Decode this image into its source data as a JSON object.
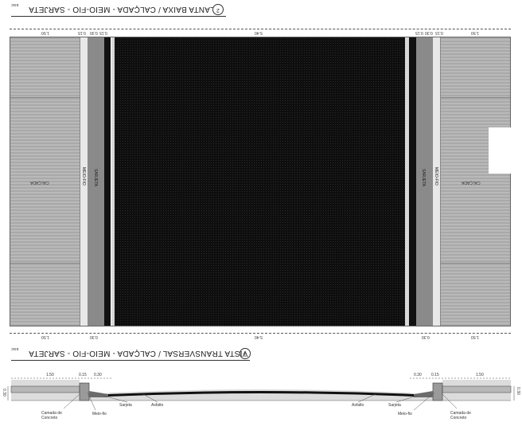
{
  "plan": {
    "number": "2",
    "title": "PLANTA BAIXA / CALÇADA - MEIO-FIO - SARJETA",
    "scale": "ESC",
    "top_dims": [
      "1.50",
      "0.15",
      "0.30",
      "0.15",
      "5.40",
      "0.15",
      "0.30",
      "0.15",
      "1.50"
    ],
    "bottom_dims": [
      "1.50",
      "0.30",
      "5.40",
      "0.30",
      "1.50"
    ],
    "left_labels": {
      "calcada": "CALÇADA",
      "meio_fio": "MEIO-FIO",
      "sarjeta": "SARJETA"
    },
    "right_labels": {
      "calcada": "CALÇADA",
      "meio_fio": "MEIO-FIO",
      "sarjeta": "SARJETA"
    }
  },
  "section": {
    "number": "1",
    "title": "VISTA TRANSVERSAL / CALÇADA - MEIO-FIO - SARJETA",
    "scale": "ESC",
    "dims_left": [
      "1.50",
      "0.15",
      "0.30"
    ],
    "dims_right": [
      "0.30",
      "0.15",
      "1.50"
    ],
    "height_left": "0.30",
    "height_right": "0.30",
    "callouts": [
      "Camada de Concreto",
      "Meio-fio",
      "Sarjeta",
      "Asfalto",
      "Asfalto",
      "Sarjeta",
      "Meio-fio",
      "Camada de Concreto"
    ]
  },
  "colors": {
    "road": "#0e0e0e",
    "sidewalk": "#b3b3b3",
    "curb": "#e6e6e6",
    "gutter": "#8a8a8a"
  }
}
